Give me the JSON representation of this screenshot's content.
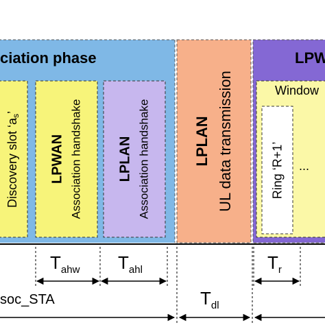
{
  "colors": {
    "assoc_phase_bg": "#7fb8e6",
    "yellow_slot": "#f7f47a",
    "lplan_assoc_bg": "#c7b7ee",
    "lplan_ul_bg": "#f7b08a",
    "lpwan_phase_bg": "#8468d4",
    "window_bg": "#fbf8a7",
    "ring_bg": "#ffffff"
  },
  "phases": {
    "association_title": "ciation phase",
    "lpwan_title": "LPW"
  },
  "slots": {
    "discovery": "Discovery slot ‘a",
    "discovery_sub": "s",
    "discovery_tail": "’",
    "lpwan_title": "LPWAN",
    "lpwan_sub": "Association handshake",
    "lplan_title": "LPLAN",
    "lplan_sub": "Association handshake",
    "ul_title": "LPLAN",
    "ul_sub": "UL data transmission",
    "window_label": "Window",
    "ring_label": "Ring ‘R+1’",
    "ellipsis": "..."
  },
  "timings": {
    "tahw": "T",
    "tahw_sub": "ahw",
    "tahl": "T",
    "tahl_sub": "ahl",
    "tr": "T",
    "tr_sub": "r",
    "tdl": "T",
    "tdl_sub": "dl",
    "assoc_sta": "soc_STA"
  }
}
